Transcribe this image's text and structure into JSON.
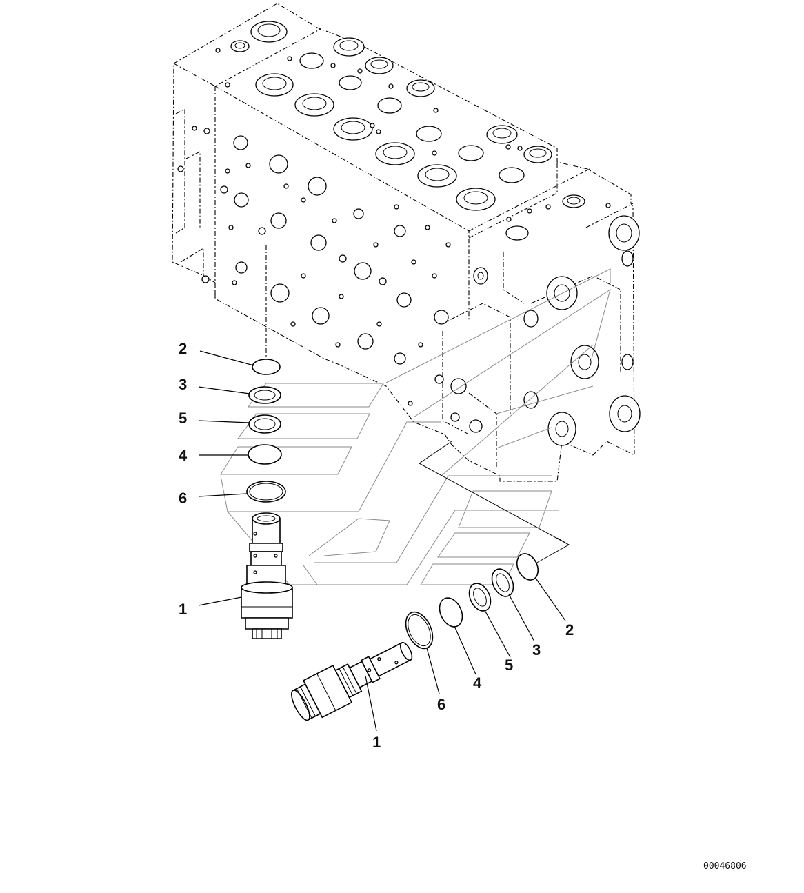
{
  "document_id": "00046806",
  "callouts_upper": [
    {
      "id": "upper-2",
      "label": "2"
    },
    {
      "id": "upper-3",
      "label": "3"
    },
    {
      "id": "upper-5",
      "label": "5"
    },
    {
      "id": "upper-4",
      "label": "4"
    },
    {
      "id": "upper-6",
      "label": "6"
    },
    {
      "id": "upper-1",
      "label": "1"
    }
  ],
  "callouts_lower": [
    {
      "id": "lower-2",
      "label": "2"
    },
    {
      "id": "lower-3",
      "label": "3"
    },
    {
      "id": "lower-5",
      "label": "5"
    },
    {
      "id": "lower-4",
      "label": "4"
    },
    {
      "id": "lower-6",
      "label": "6"
    },
    {
      "id": "lower-1",
      "label": "1"
    }
  ]
}
